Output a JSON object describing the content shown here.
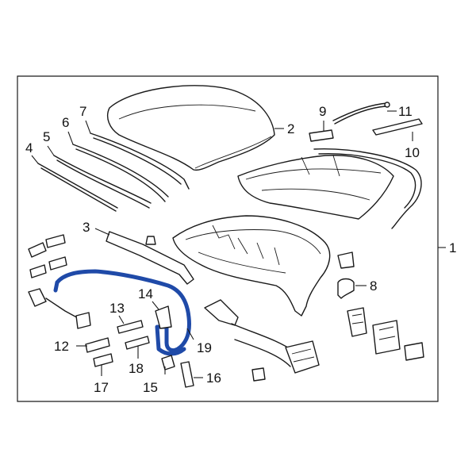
{
  "diagram": {
    "highlight_color": "#1f4aa8",
    "line_color": "#1a1a1a",
    "highlighted_part": "19",
    "callouts": [
      {
        "id": "c1",
        "label": "1"
      },
      {
        "id": "c2",
        "label": "2"
      },
      {
        "id": "c3",
        "label": "3"
      },
      {
        "id": "c4",
        "label": "4"
      },
      {
        "id": "c5",
        "label": "5"
      },
      {
        "id": "c6",
        "label": "6"
      },
      {
        "id": "c7",
        "label": "7"
      },
      {
        "id": "c8",
        "label": "8"
      },
      {
        "id": "c9",
        "label": "9"
      },
      {
        "id": "c10",
        "label": "10"
      },
      {
        "id": "c11",
        "label": "11"
      },
      {
        "id": "c12",
        "label": "12"
      },
      {
        "id": "c13",
        "label": "13"
      },
      {
        "id": "c14",
        "label": "14"
      },
      {
        "id": "c15",
        "label": "15"
      },
      {
        "id": "c16",
        "label": "16"
      },
      {
        "id": "c17",
        "label": "17"
      },
      {
        "id": "c18",
        "label": "18"
      },
      {
        "id": "c19",
        "label": "19"
      }
    ]
  }
}
